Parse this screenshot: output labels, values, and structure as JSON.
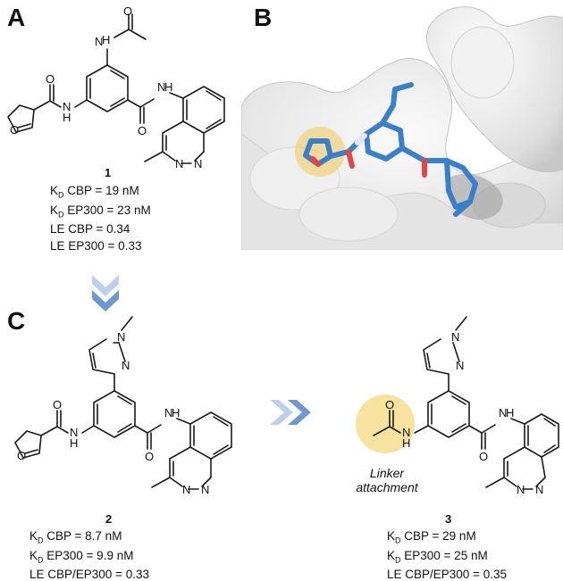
{
  "panels": {
    "a": {
      "letter": "A"
    },
    "b": {
      "letter": "B"
    },
    "c": {
      "letter": "C"
    }
  },
  "atoms": {
    "O": "O",
    "N": "N",
    "H": "H"
  },
  "compound_1": {
    "number": "1",
    "properties": [
      {
        "prefix": "K",
        "sub": "D",
        "text": " CBP = 19 nM"
      },
      {
        "prefix": "K",
        "sub": "D",
        "text": " EP300 = 23 nM"
      },
      {
        "prefix": "",
        "sub": "",
        "text": "LE CBP = 0.34"
      },
      {
        "prefix": "",
        "sub": "",
        "text": "LE EP300 = 0.33"
      }
    ]
  },
  "compound_2": {
    "number": "2",
    "properties": [
      {
        "prefix": "K",
        "sub": "D",
        "text": " CBP = 8.7 nM"
      },
      {
        "prefix": "K",
        "sub": "D",
        "text": " EP300 = 9.9 nM"
      },
      {
        "prefix": "",
        "sub": "",
        "text": "LE CBP/EP300 = 0.33"
      }
    ]
  },
  "compound_3": {
    "number": "3",
    "linker_label_line1": "Linker",
    "linker_label_line2": "attachment",
    "properties": [
      {
        "prefix": "K",
        "sub": "D",
        "text": " CBP = 29 nM"
      },
      {
        "prefix": "K",
        "sub": "D",
        "text": " EP300 = 25 nM"
      },
      {
        "prefix": "",
        "sub": "",
        "text": "LE CBP/EP300 = 0.35"
      }
    ]
  },
  "colors": {
    "chevron": "#6f97d2",
    "chevron_light": "#bcd0ec",
    "highlight": "#f6dd8e",
    "surface": "#e8e8e8",
    "ligand": "#3a7fc9"
  }
}
